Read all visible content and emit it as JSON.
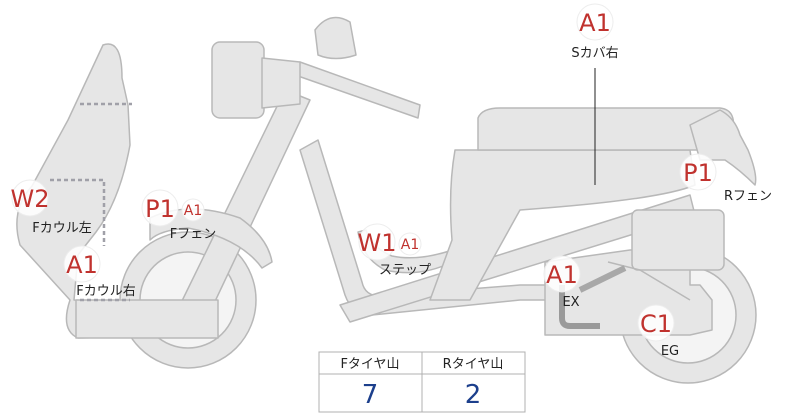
{
  "labels": {
    "seat_cover_right": {
      "code": "A1",
      "text": "Sカバ右"
    },
    "rear_fender": {
      "code": "P1",
      "text": "Rフェン"
    },
    "front_cowl_left": {
      "code": "W2",
      "text": "Fカウル左"
    },
    "front_fender": {
      "code": "P1",
      "sub": "A1",
      "text": "Fフェン"
    },
    "front_cowl_right": {
      "code": "A1",
      "text": "Fカウル右"
    },
    "step": {
      "code": "W1",
      "sub": "A1",
      "text": "ステップ"
    },
    "exhaust": {
      "code": "A1",
      "text": "EX"
    },
    "engine": {
      "code": "C1",
      "text": "EG"
    }
  },
  "tire_table": {
    "headers": [
      "Fタイヤ山",
      "Rタイヤ山"
    ],
    "values": [
      "7",
      "2"
    ]
  },
  "colors": {
    "body_fill": "#e6e6e6",
    "outline": "#b8b8b8",
    "code_red": "#c0322e",
    "value_blue": "#1c3f8c"
  }
}
